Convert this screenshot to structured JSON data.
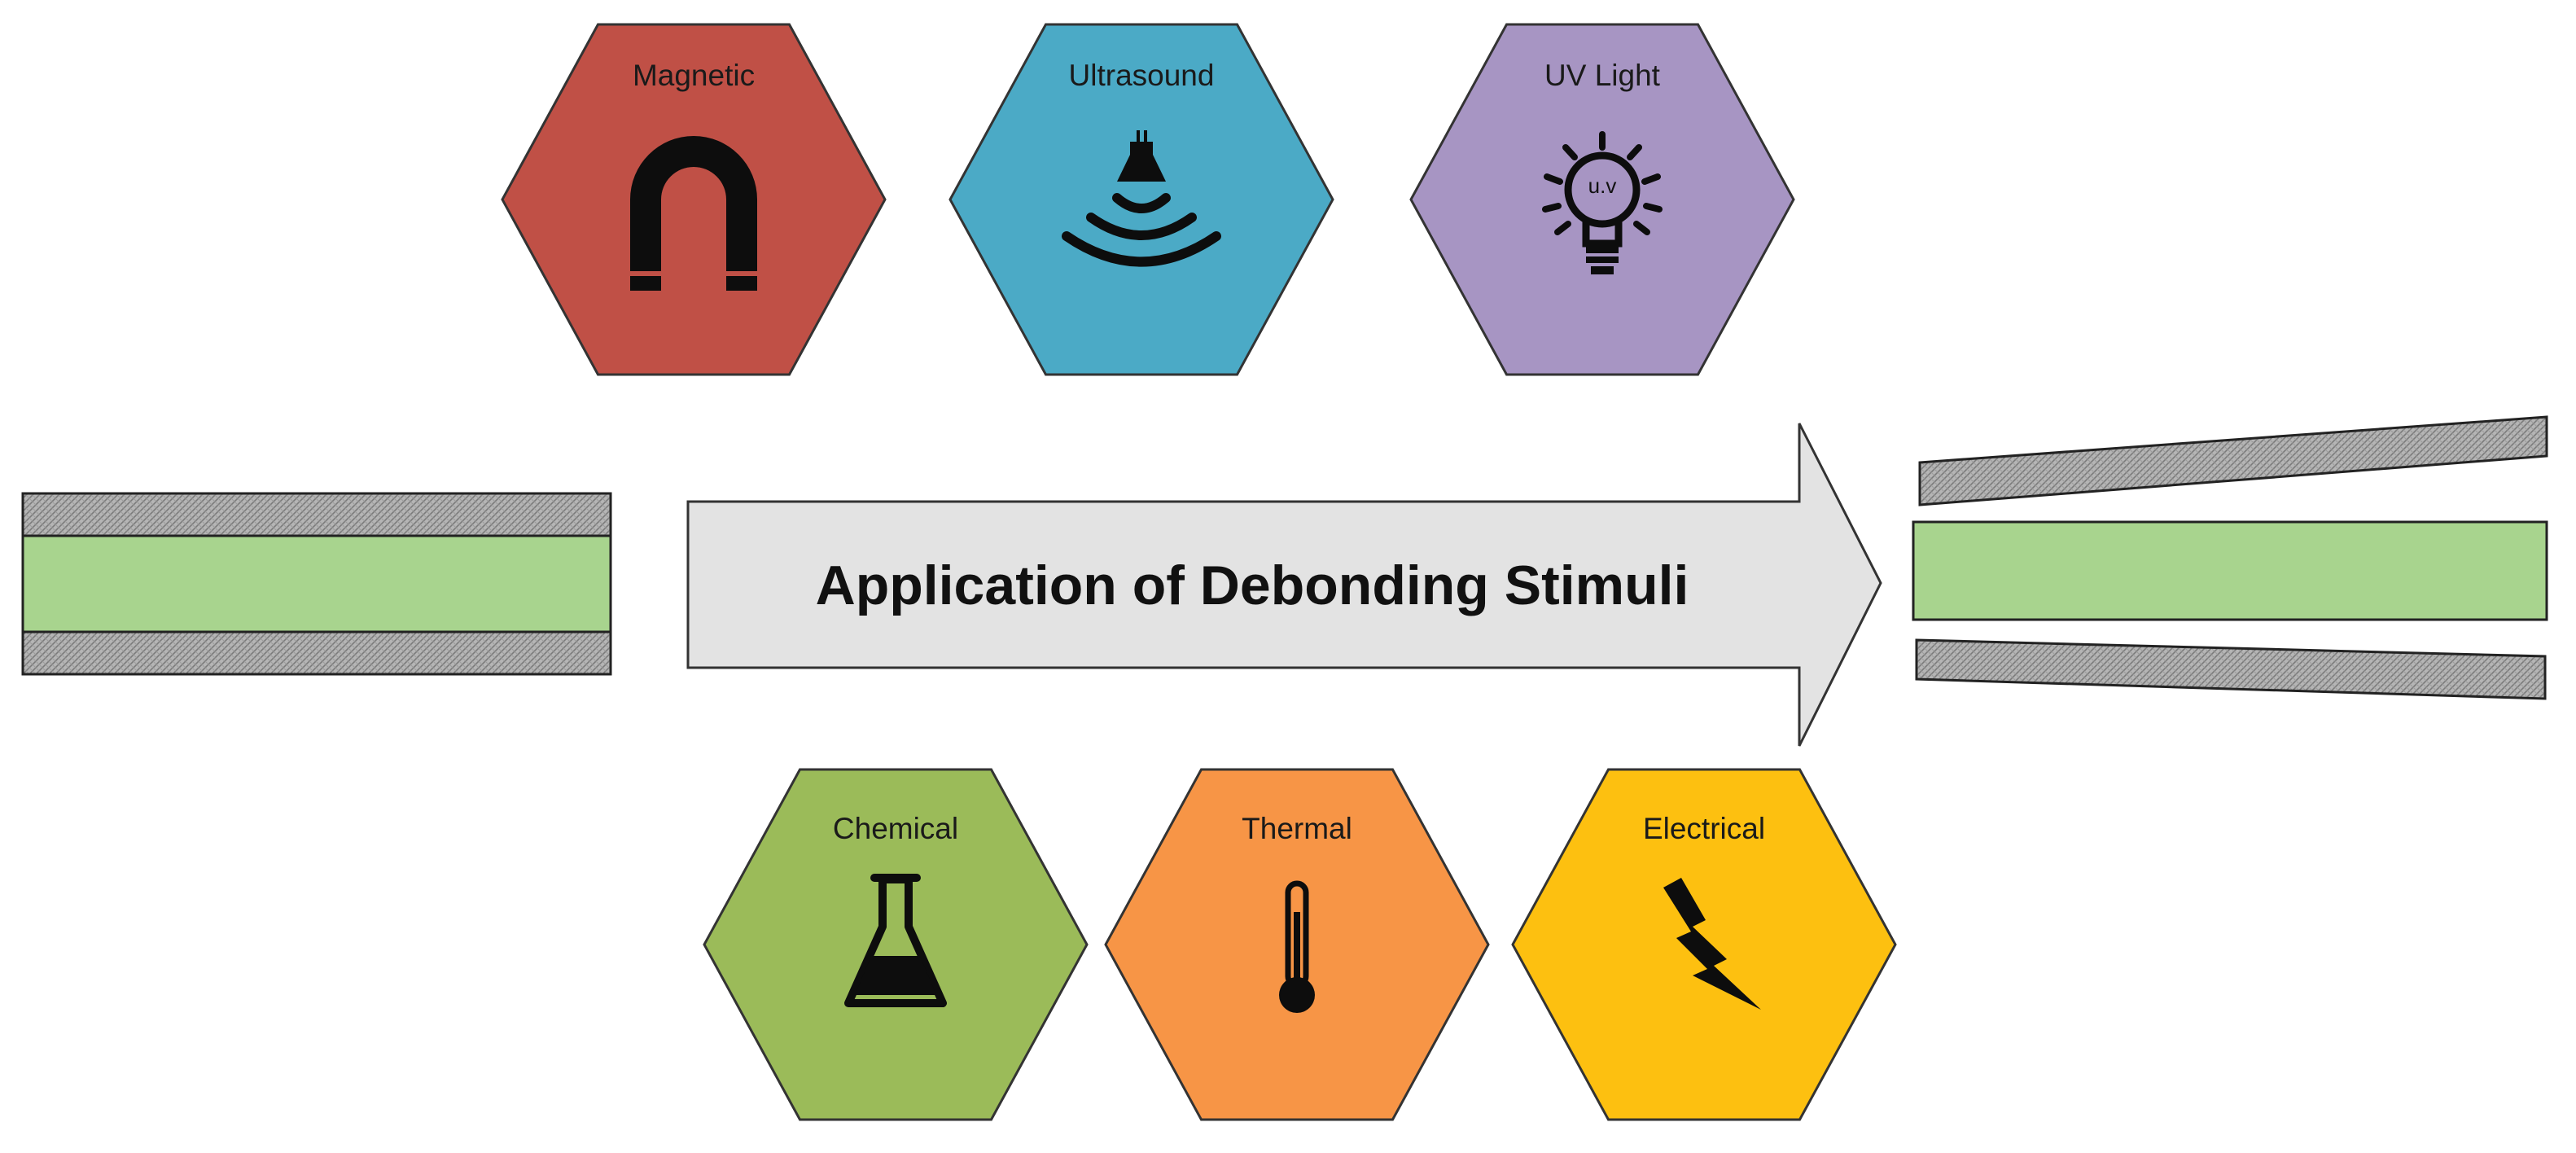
{
  "title": "Application of Debonding Stimuli",
  "colors": {
    "adherend_fill": "#b7b7b7",
    "adhesive_fill": "#a8d48e",
    "outline": "#222222",
    "arrow_fill": "#e3e3e3",
    "icon": "#0d0d0d"
  },
  "stimuli_top": [
    {
      "label": "Magnetic",
      "color": "#c05046",
      "icon": "magnet-icon"
    },
    {
      "label": "Ultrasound",
      "color": "#4baac6",
      "icon": "ultrasound-icon"
    },
    {
      "label": "UV Light",
      "color": "#a795c3",
      "icon": "uv-lightbulb-icon",
      "icon_text": "u.v"
    }
  ],
  "stimuli_bottom": [
    {
      "label": "Chemical",
      "color": "#9bbb59",
      "icon": "flask-icon"
    },
    {
      "label": "Thermal",
      "color": "#f79546",
      "icon": "thermometer-icon"
    },
    {
      "label": "Electrical",
      "color": "#fdc010",
      "icon": "lightning-icon"
    }
  ]
}
